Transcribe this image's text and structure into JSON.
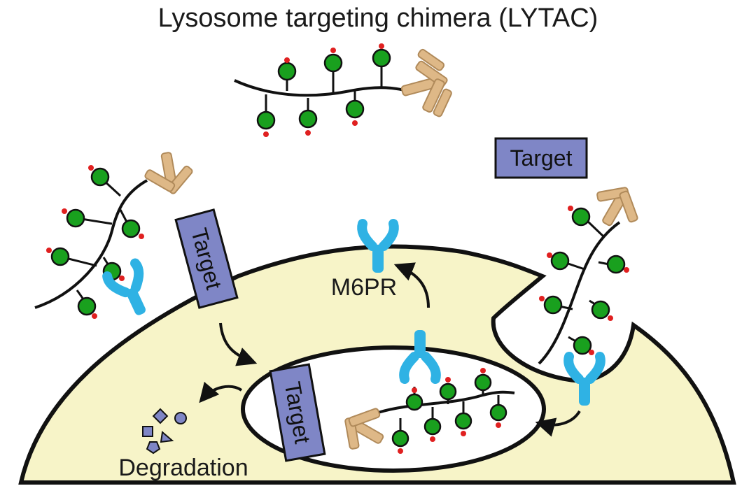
{
  "title": "Lysosome targeting chimera (LYTAC)",
  "labels": {
    "target": "Target",
    "receptor": "M6PR",
    "degradation": "Degradation"
  },
  "colors": {
    "cell": "#f7f4c8",
    "glycan": "#19a01e",
    "phosphate": "#e02020",
    "antibody": "#deb887",
    "antibody_edge": "#b08a5a",
    "receptor": "#2fb2e4",
    "target": "#7f86c6",
    "fragment": "#7f86c6"
  },
  "icons": [
    "antibody-icon",
    "m6pr-receptor-icon",
    "glycan-icon",
    "degradation-fragments-icon"
  ]
}
